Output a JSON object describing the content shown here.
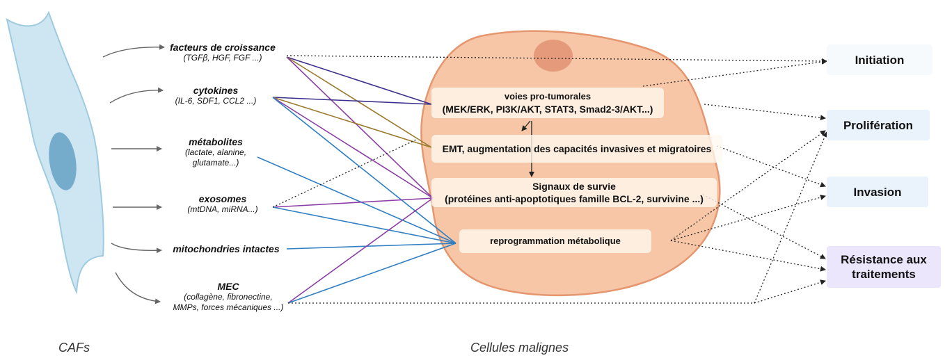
{
  "factors": [
    {
      "name": "facteurs de croissance",
      "detail": "(TGFβ, HGF, FGF ...)"
    },
    {
      "name": "cytokines",
      "detail": "(IL-6, SDF1, CCL2 ...)"
    },
    {
      "name": "métabolites",
      "detail": "(lactate, alanine, glutamate...)"
    },
    {
      "name": "exosomes",
      "detail": "(mtDNA, miRNA...)"
    },
    {
      "name": "mitochondries intactes",
      "detail": ""
    },
    {
      "name": "MEC",
      "detail": "(collagène, fibronectine, MMPs, forces mécaniques ...)"
    }
  ],
  "pathways": [
    {
      "line1": "voies pro-tumorales",
      "line2": "(MEK/ERK, PI3K/AKT, STAT3, Smad2-3/AKT...)"
    },
    {
      "line1": "EMT, augmentation des capacités invasives et migratoires",
      "line2": ""
    },
    {
      "line1": "Signaux de survie",
      "line2": "(protéines anti-apoptotiques famille BCL-2, survivine ...)"
    },
    {
      "line1": "reprogrammation métabolique",
      "line2": ""
    }
  ],
  "outcomes": [
    {
      "label": "Initiation"
    },
    {
      "label": "Prolifération"
    },
    {
      "label": "Invasion"
    },
    {
      "label": "Résistance aux traitements"
    }
  ],
  "captions": {
    "cafs": "CAFs",
    "malignant": "Cellules malignes"
  },
  "colors": {
    "caf_fill": "#cde6f2",
    "caf_stroke": "#9ecbe0",
    "nucleus": "#5f9cc0",
    "cell_fill": "#f6c6a6",
    "cell_stroke": "#e5966f",
    "cell_nucleus": "#e49a7b",
    "growth_line": "#9a7a2c",
    "purple_line": "#8b3fa6",
    "blue_line": "#2f7fc2",
    "navy_line": "#3b2f8c",
    "outcome_blue": "#eaf2fb",
    "outcome_purple": "#ebe6fb"
  }
}
